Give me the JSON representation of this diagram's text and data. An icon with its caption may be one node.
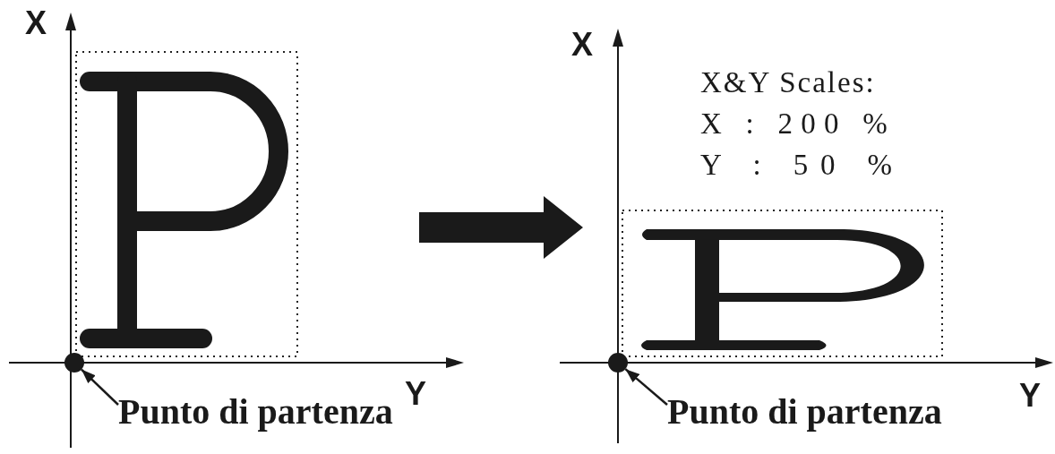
{
  "diagram": {
    "nodes": [
      {
        "text": [],
        "shape": "picture"
      },
      {
        "text": [],
        "shape": "circle",
        "in": 0
      },
      {
        "text": [
          "Punto di partenza"
        ],
        "in": 0
      },
      {
        "text": [],
        "shape": "picture"
      },
      {
        "text": [],
        "shape": "circle",
        "in": 3
      },
      {
        "text": [
          "Punto di partenza"
        ],
        "in": 3
      }
    ],
    "edges": [
      {
        "from": 0,
        "to": 3,
        "arrow": "to",
        "style": "thick"
      },
      {
        "from": 2,
        "to": 1,
        "arrow": "to"
      },
      {
        "from": 5,
        "to": 4,
        "arrow": "to"
      }
    ],
    "labels": [
      "X",
      "Y",
      "X",
      "X&Y Scales:",
      "X : 200 %",
      "Y : 50 %",
      "Y"
    ]
  }
}
